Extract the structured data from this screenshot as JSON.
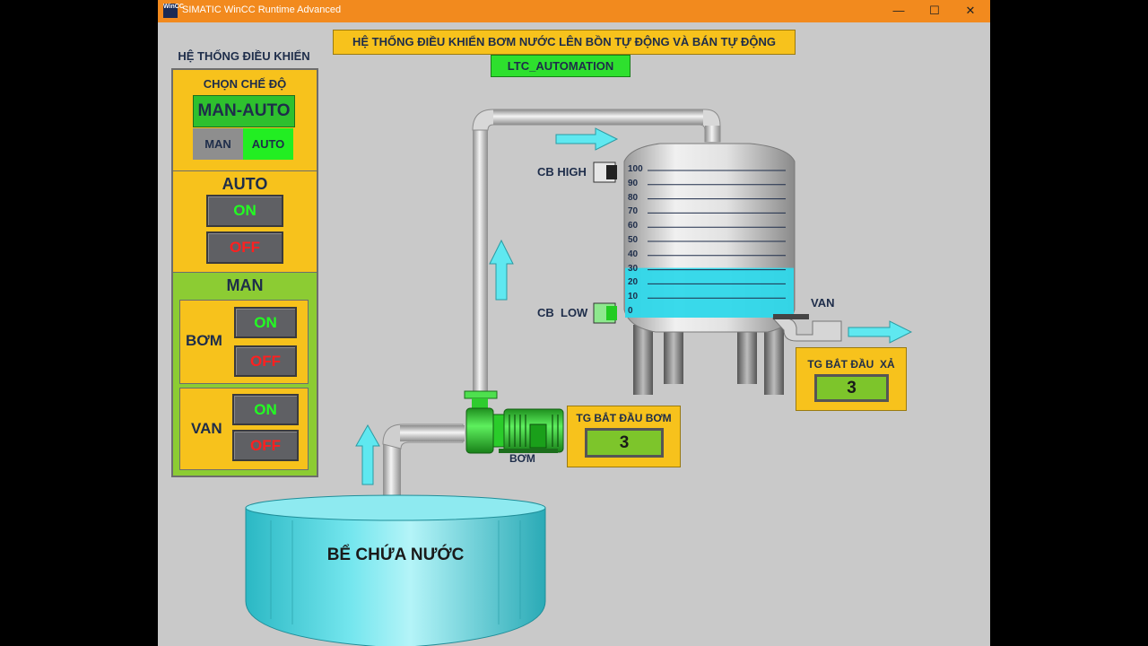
{
  "window": {
    "title": "SIMATIC WinCC Runtime Advanced",
    "icon_text": "WinCC",
    "controls": {
      "minimize": "—",
      "maximize": "☐",
      "close": "✕"
    }
  },
  "header": {
    "title": "HỆ THỐNG ĐIỀU KHIỂN BƠM NƯỚC LÊN BỒN TỰ ĐỘNG VÀ BÁN TỰ ĐỘNG",
    "subtitle": "LTC_AUTOMATION"
  },
  "control_panel": {
    "title": "HỆ THỐNG ĐIỀU KHIỂN",
    "mode": {
      "label": "CHỌN CHẾ ĐỘ",
      "current": "MAN-AUTO",
      "man_label": "MAN",
      "auto_label": "AUTO"
    },
    "auto": {
      "title": "AUTO",
      "on": "ON",
      "off": "OFF"
    },
    "man": {
      "title": "MAN",
      "pump": {
        "label": "BƠM",
        "on": "ON",
        "off": "OFF"
      },
      "valve": {
        "label": "VAN",
        "on": "ON",
        "off": "OFF"
      }
    }
  },
  "tank": {
    "scale": [
      "100",
      "90",
      "80",
      "70",
      "60",
      "50",
      "40",
      "30",
      "20",
      "10",
      "0"
    ],
    "level_percent": 30,
    "sensor_high": "CB HIGH",
    "sensor_low": "CB  LOW",
    "valve_label": "VAN"
  },
  "pump": {
    "label": "BƠM"
  },
  "timers": {
    "pump_start": {
      "label": "TG BẮT ĐẦU BƠM",
      "value": "3"
    },
    "discharge_start": {
      "label": "TG BẮT ĐẦU  XẢ",
      "value": "3"
    }
  },
  "reservoir": {
    "label": "BỂ CHỨA NƯỚC"
  },
  "colors": {
    "title_bar": "#f28a1e",
    "background": "#c9c9c9",
    "water": "#2fd8ea",
    "active_green": "#22ff22",
    "stop_red": "#ff2020",
    "panel_yellow": "#f7c21c",
    "panel_green": "#8ccc33"
  }
}
